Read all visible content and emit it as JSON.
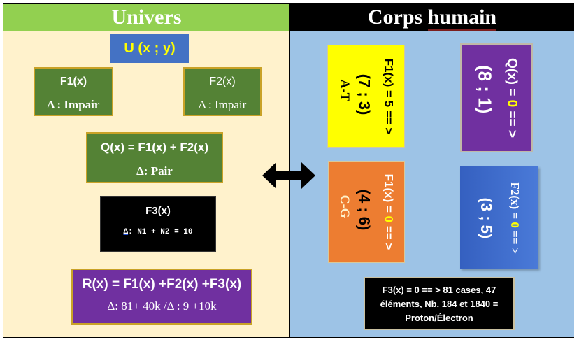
{
  "left_panel": {
    "title": "Univers",
    "u_box": "U (x ; y)",
    "f1": {
      "label": "F1(x)",
      "delta": "Δ : Impair"
    },
    "f2": {
      "label": "F2(x)",
      "delta": "Δ : Impair"
    },
    "q": {
      "label": "Q(x) = F1(x) + F2(x)",
      "delta": "Δ: Pair"
    },
    "f3": {
      "label": "F3(x)",
      "delta_prefix": "Δ",
      "delta_rest": ": N1 + N2 = 10"
    },
    "r": {
      "label": "R(x) = F1(x) +F2(x) +F3(x)",
      "delta_a": "Δ: 81+ 40k /",
      "delta_b": "Δ :",
      "delta_c": " 9 +10k"
    }
  },
  "connector": {
    "icon": "double-arrow-icon"
  },
  "right_panel": {
    "title_a": "Corps ",
    "title_b": "humain",
    "yellow_box": {
      "eq_prefix": "F1(x) = ",
      "eq_value": "5",
      "eq_suffix": " == >",
      "pair": "(7 ; 3)",
      "base": "A-T",
      "color": "#ffff00"
    },
    "purple_box": {
      "eq_prefix": "Q(x) = ",
      "eq_value": "0",
      "eq_suffix": " == >",
      "pair": "(8 ; 1)",
      "color": "#7030a0"
    },
    "orange_box": {
      "eq_prefix": "F1(x) = ",
      "eq_value": "0",
      "eq_suffix": " == >",
      "pair": "(4 ; 6)",
      "base": "C-G",
      "color": "#ed7d31"
    },
    "blue_box": {
      "eq_prefix": "F2(x) = ",
      "eq_value": "0",
      "eq_suffix": " == >",
      "pair": "(3 ; 5)",
      "color": "#4472c4"
    },
    "f3_note": {
      "line1": "F3(x) = 0 == > 81 cases, 47",
      "line2": "éléments, Nb. 184 et 1840 =",
      "line3": "Proton/Électron"
    }
  }
}
